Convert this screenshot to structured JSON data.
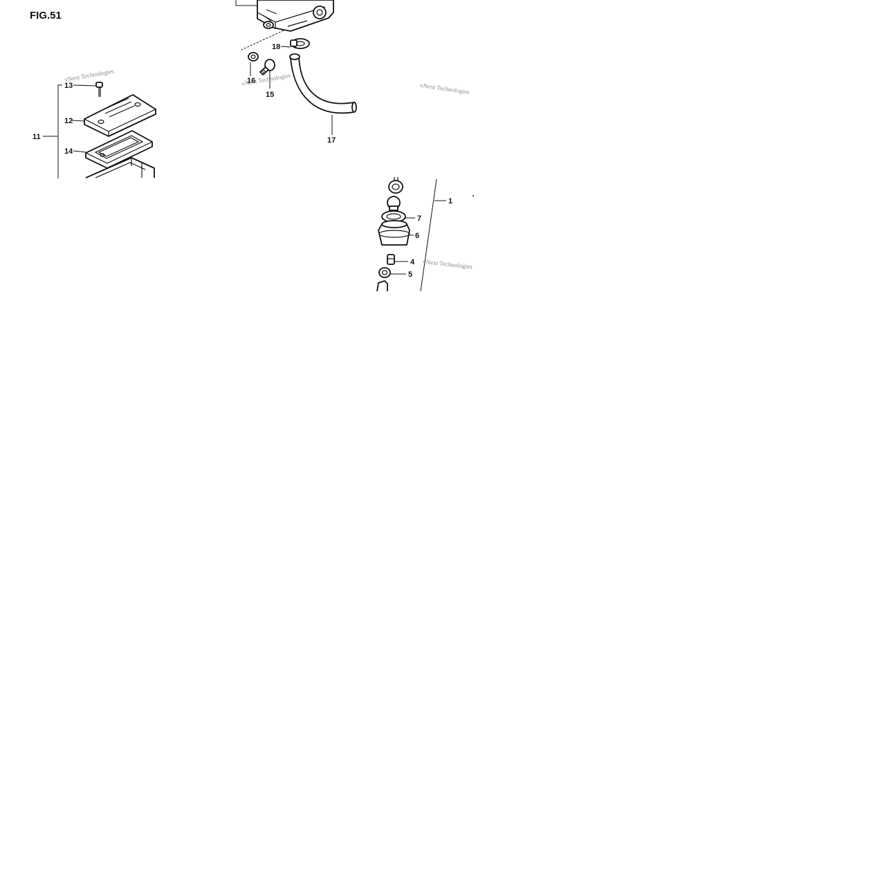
{
  "figure": {
    "title": "FIG.51",
    "watermark": "vNext Technologies"
  },
  "labels": {
    "l1": "1",
    "l4": "4",
    "l5": "5",
    "l6": "6",
    "l7": "7",
    "l11": "11",
    "l12": "12",
    "l13": "13",
    "l14": "14",
    "l15": "15",
    "l16": "16",
    "l17": "17",
    "l18": "18"
  }
}
